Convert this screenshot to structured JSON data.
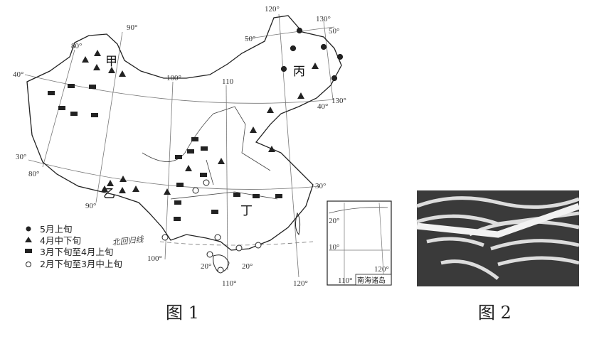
{
  "figure1": {
    "caption": "图 1",
    "region_labels": {
      "jia": "甲",
      "yi": "乙",
      "bing": "丙",
      "ding": "丁"
    },
    "tropic_label": "北回归线",
    "inset_label": "南海诸岛",
    "graticule_labels": {
      "lon80_top": "80°",
      "lon90_top": "90°",
      "lon100_top": "100°",
      "lon110_top": "110",
      "lon120_top": "120°",
      "lon130_top": "130°",
      "lat40_left": "40°",
      "lat30_left": "30°",
      "lat50_right": "50°",
      "lat50_left": "50°",
      "lat40_right": "40°",
      "lon130_right": "130°",
      "lat30_right": "30°",
      "lon80_bottom": "80°",
      "lon90_bottom": "90°",
      "lon100_bottom": "100°",
      "lon110_bottom": "110°",
      "lon120_bottom": "120°",
      "lat20_left": "20°",
      "lat20_right": "20°",
      "inset_lat20": "20°",
      "inset_lat10": "10°",
      "inset_lon110": "110°",
      "inset_lon120": "120°"
    },
    "legend": [
      {
        "symbol": "filled-circle",
        "label": "5月上旬"
      },
      {
        "symbol": "filled-triangle",
        "label": "4月中下旬"
      },
      {
        "symbol": "filled-rectangle",
        "label": "3月下旬至4月上旬"
      },
      {
        "symbol": "open-circle",
        "label": "2月下旬至3月中上旬"
      }
    ]
  },
  "figure2": {
    "caption": "图 2"
  }
}
